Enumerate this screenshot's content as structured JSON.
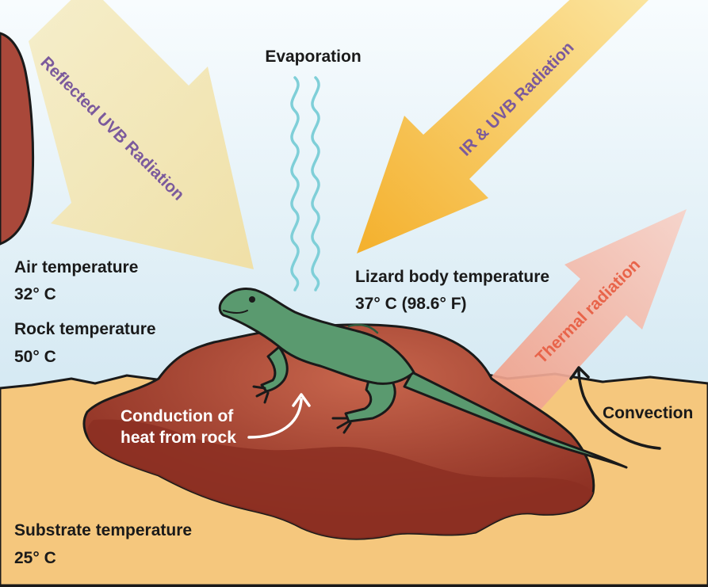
{
  "labels": {
    "evaporation": "Evaporation",
    "reflected_uvb": "Reflected UVB Radiation",
    "ir_uvb": "IR & UVB Radiation",
    "thermal": "Thermal radiation",
    "convection": "Convection",
    "conduction_line1": "Conduction of",
    "conduction_line2": "heat from rock"
  },
  "readings": {
    "air_label": "Air temperature",
    "air_value": "32° C",
    "rock_label": "Rock temperature",
    "rock_value": "50° C",
    "lizard_label": "Lizard body temperature",
    "lizard_value": "37° C (98.6° F)",
    "substrate_label": "Substrate temperature",
    "substrate_value": "25° C"
  },
  "colors": {
    "sky_top": "#f6fbfd",
    "sky_bottom": "#d5e9f3",
    "sand": "#f5c77d",
    "rock": "#8c2f22",
    "rock_light": "#b75a45",
    "lizard": "#5a9a6f",
    "reflected_arrow": "#f3e4ae",
    "ir_arrow": "#f6b43a",
    "thermal_arrow": "#f1b4a4",
    "evaporation": "#7fcfd8",
    "text_purple": "#7b5a9c"
  }
}
